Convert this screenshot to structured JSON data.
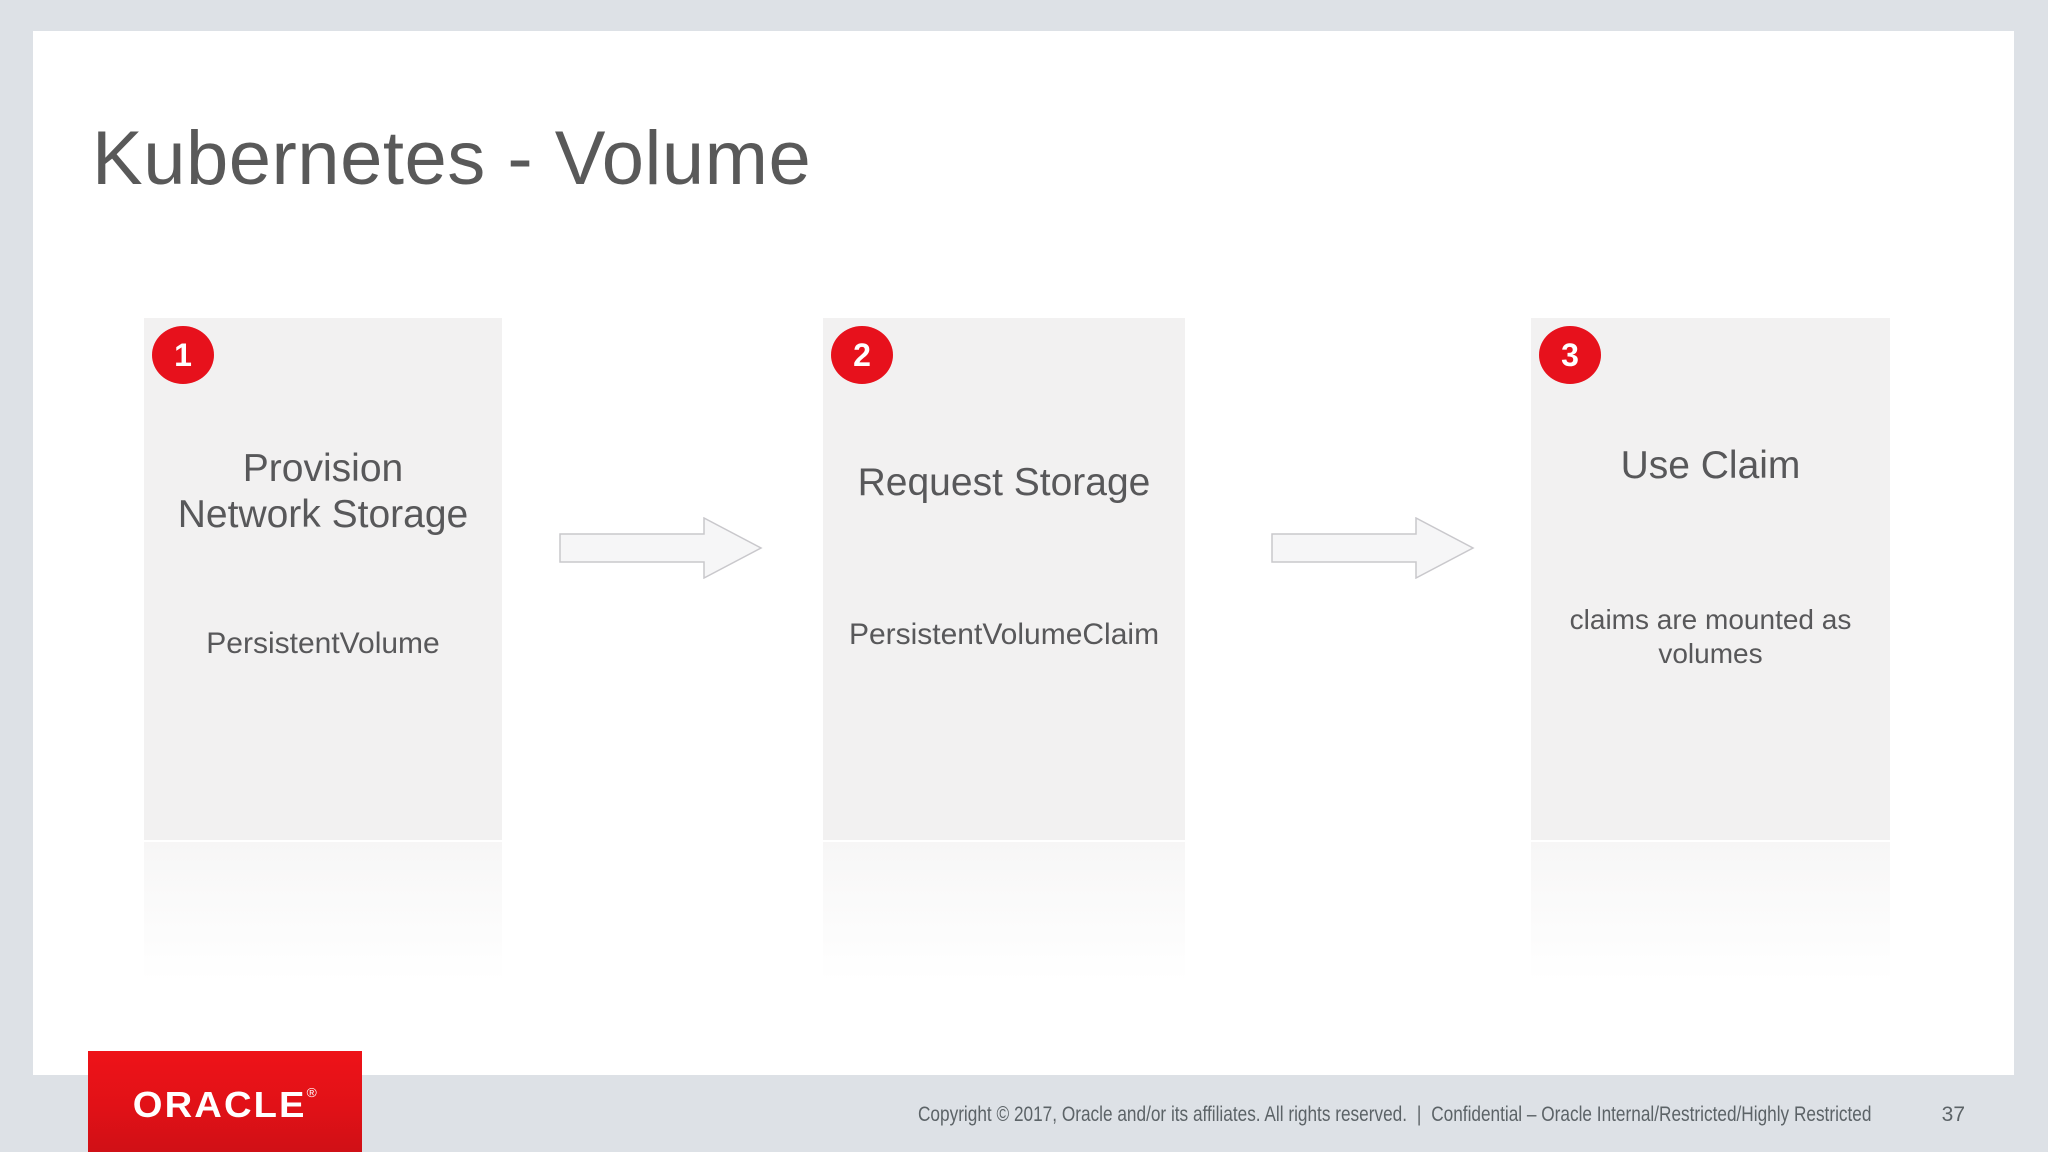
{
  "slide": {
    "title": "Kubernetes - Volume",
    "steps": [
      {
        "number": "1",
        "heading": "Provision Network Storage",
        "subtext": "PersistentVolume"
      },
      {
        "number": "2",
        "heading": "Request Storage",
        "subtext": "PersistentVolumeClaim"
      },
      {
        "number": "3",
        "heading": "Use Claim",
        "subtext": "claims are mounted as volumes"
      }
    ]
  },
  "footer": {
    "logo_text": "ORACLE",
    "logo_registered_mark": "®",
    "copyright": "Copyright © 2017, Oracle and/or its affiliates. All rights reserved.",
    "separator": "|",
    "confidential": "Confidential – Oracle Internal/Restricted/Highly Restricted",
    "page_number": "37"
  },
  "colors": {
    "accent_red": "#e7111c",
    "outer_background": "#dde1e6",
    "slide_background": "#ffffff",
    "box_fill": "#f2f1f1",
    "text_gray": "#58585a",
    "footer_text": "#5c6367"
  }
}
